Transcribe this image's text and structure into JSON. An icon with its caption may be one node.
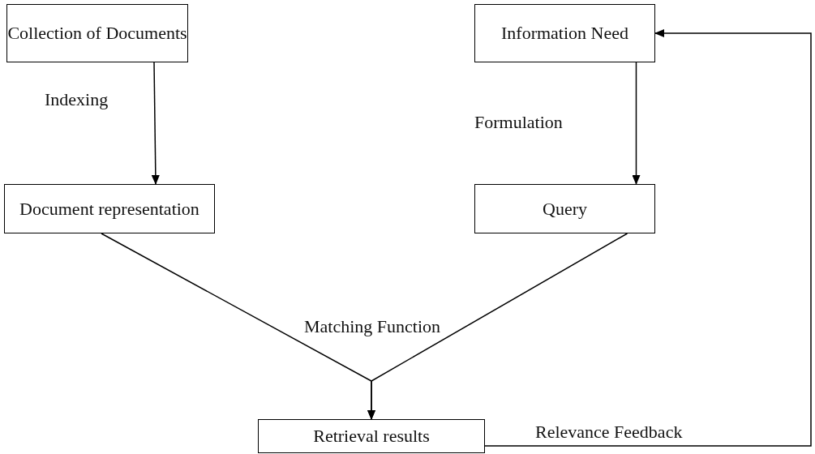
{
  "diagram": {
    "nodes": [
      {
        "text": [
          "Collection of Documents"
        ]
      },
      {
        "text": [
          "Information Need"
        ]
      },
      {
        "text": [
          "Document representation"
        ]
      },
      {
        "text": [
          "Query"
        ]
      },
      {
        "text": [
          "Retrieval results"
        ]
      }
    ],
    "edges": [
      {
        "from": 0,
        "to": 2,
        "arrow": "to",
        "label": "Indexing"
      },
      {
        "from": 1,
        "to": 3,
        "arrow": "to",
        "label": "Formulation"
      },
      {
        "from": 2,
        "to": 4,
        "arrow": "to"
      },
      {
        "from": 3,
        "to": 4,
        "arrow": "to"
      },
      {
        "from": 4,
        "to": 1,
        "arrow": "to",
        "label": "Relevance Feedback"
      }
    ],
    "labels": [
      "Matching Function"
    ]
  }
}
